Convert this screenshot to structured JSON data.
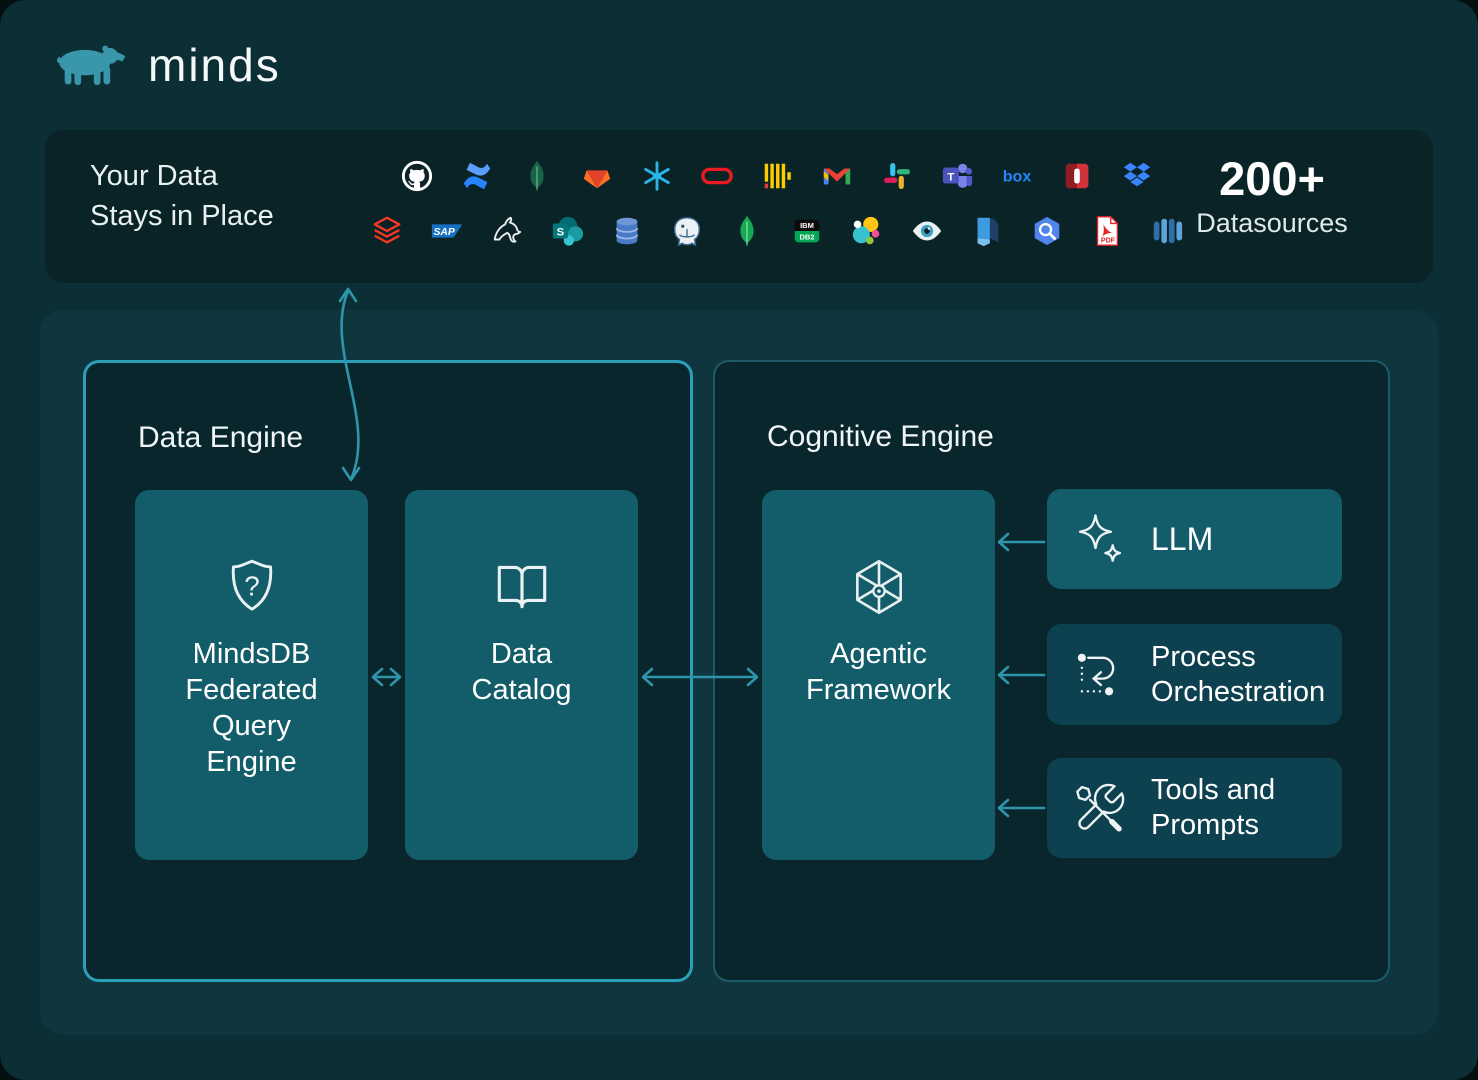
{
  "logo": {
    "brand": "minds"
  },
  "topbar": {
    "title": "Your Data\nStays in Place",
    "count": "200+",
    "count_label": "Datasources",
    "icons_row1": [
      "github",
      "confluence",
      "mongodb",
      "gitlab",
      "snowflake",
      "oracle",
      "clickhouse",
      "gmail",
      "slack",
      "teams",
      "box",
      "redshift",
      "dropbox"
    ],
    "icons_row2": [
      "databricks",
      "sap",
      "mysql",
      "sharepoint",
      "dynamodb",
      "postgresql",
      "mongodb-green",
      "ibm-db2",
      "elasticsearch",
      "eye",
      "page-curl",
      "bigquery",
      "pdf",
      "db-columns"
    ]
  },
  "data_engine": {
    "title": "Data Engine",
    "federated_card": {
      "label": "MindsDB\nFederated\nQuery\nEngine",
      "icon": "shield-question"
    },
    "catalog_card": {
      "label": "Data\nCatalog",
      "icon": "open-book"
    }
  },
  "cognitive_engine": {
    "title": "Cognitive Engine",
    "agentic_card": {
      "label": "Agentic\nFramework",
      "icon": "cube"
    },
    "llm_card": {
      "label": "LLM",
      "icon": "sparkles"
    },
    "process_card": {
      "label": "Process\nOrchestration",
      "icon": "process-loop"
    },
    "tools_card": {
      "label": "Tools and\nPrompts",
      "icon": "tools"
    }
  },
  "colors": {
    "page_bg": "#0c2f35",
    "topbar_bg": "#0a2327",
    "panel_bg": "#0f353e",
    "box_bg": "#09262d",
    "bright_card": "#135d6b",
    "dark_card": "#0e4150",
    "data_engine_border": "#2b9fb8",
    "cognitive_engine_border": "#1d5b6b",
    "arrow": "#2e95ab",
    "logo_teal": "#3a96ab"
  }
}
